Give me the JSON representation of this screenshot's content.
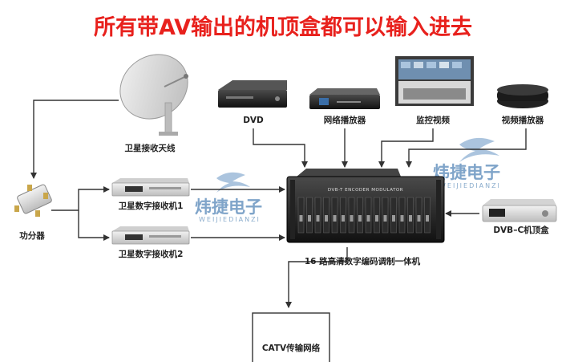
{
  "title": "所有带AV输出的机顶盒都可以输入进去",
  "watermark": {
    "brand": "炜捷电子",
    "pinyin": "WEIJIEDIANZI"
  },
  "nodes": {
    "satellite_antenna": "卫星接收天线",
    "dvd": "DVD",
    "network_player": "网络播放器",
    "surveillance_video": "监控视频",
    "video_player": "视频播放器",
    "splitter": "功分器",
    "receiver_1": "卫星数字接收机1",
    "receiver_2": "卫星数字接收机2",
    "encoder": "16 路高清数字编码调制一体机",
    "encoder_panel_text": "DVB-T ENCODER MODULATOR",
    "dvbc_box": "DVB–C机顶盒",
    "catv": "CATV传输网络"
  },
  "colors": {
    "title": "#e8211d",
    "watermark": "#7fa4c9",
    "line": "#333333"
  }
}
